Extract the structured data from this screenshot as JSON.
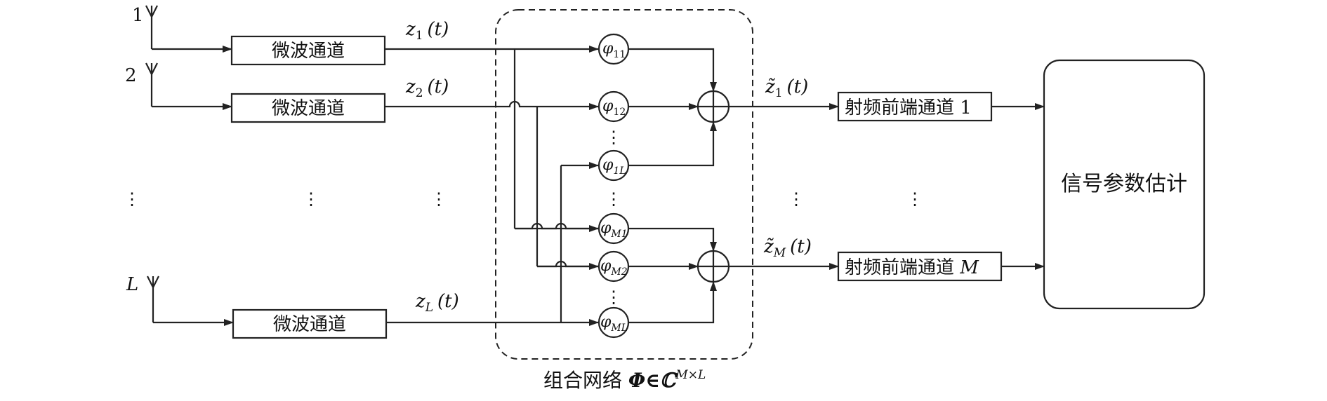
{
  "antennas": [
    {
      "label": "1"
    },
    {
      "label": "2"
    },
    {
      "label": "L"
    }
  ],
  "microwave_channel_label": "微波通道",
  "signals_in": [
    {
      "main": "z",
      "sub": "1",
      "arg": "(t)"
    },
    {
      "main": "z",
      "sub": "2",
      "arg": "(t)"
    },
    {
      "main": "z",
      "sub": "L",
      "arg": "(t)"
    }
  ],
  "weights": [
    {
      "main": "φ",
      "sub": "11"
    },
    {
      "main": "φ",
      "sub": "12"
    },
    {
      "main": "φ",
      "sub": "1L"
    },
    {
      "main": "φ",
      "sub": "M1"
    },
    {
      "main": "φ",
      "sub": "M2"
    },
    {
      "main": "φ",
      "sub": "ML"
    }
  ],
  "signals_out": [
    {
      "main": "z̃",
      "sub": "1",
      "arg": "(t)"
    },
    {
      "main": "z̃",
      "sub": "M",
      "arg": "(t)"
    }
  ],
  "rf_channels": [
    {
      "label": "射频前端通道 ",
      "index": "1"
    },
    {
      "label": "射频前端通道 ",
      "index": "M"
    }
  ],
  "estimator_label": "信号参数估计",
  "network": {
    "label": "组合网络 ",
    "symbol": "Φ∈ℂ",
    "superscript": "M×L"
  },
  "ellipsis": "⋮"
}
